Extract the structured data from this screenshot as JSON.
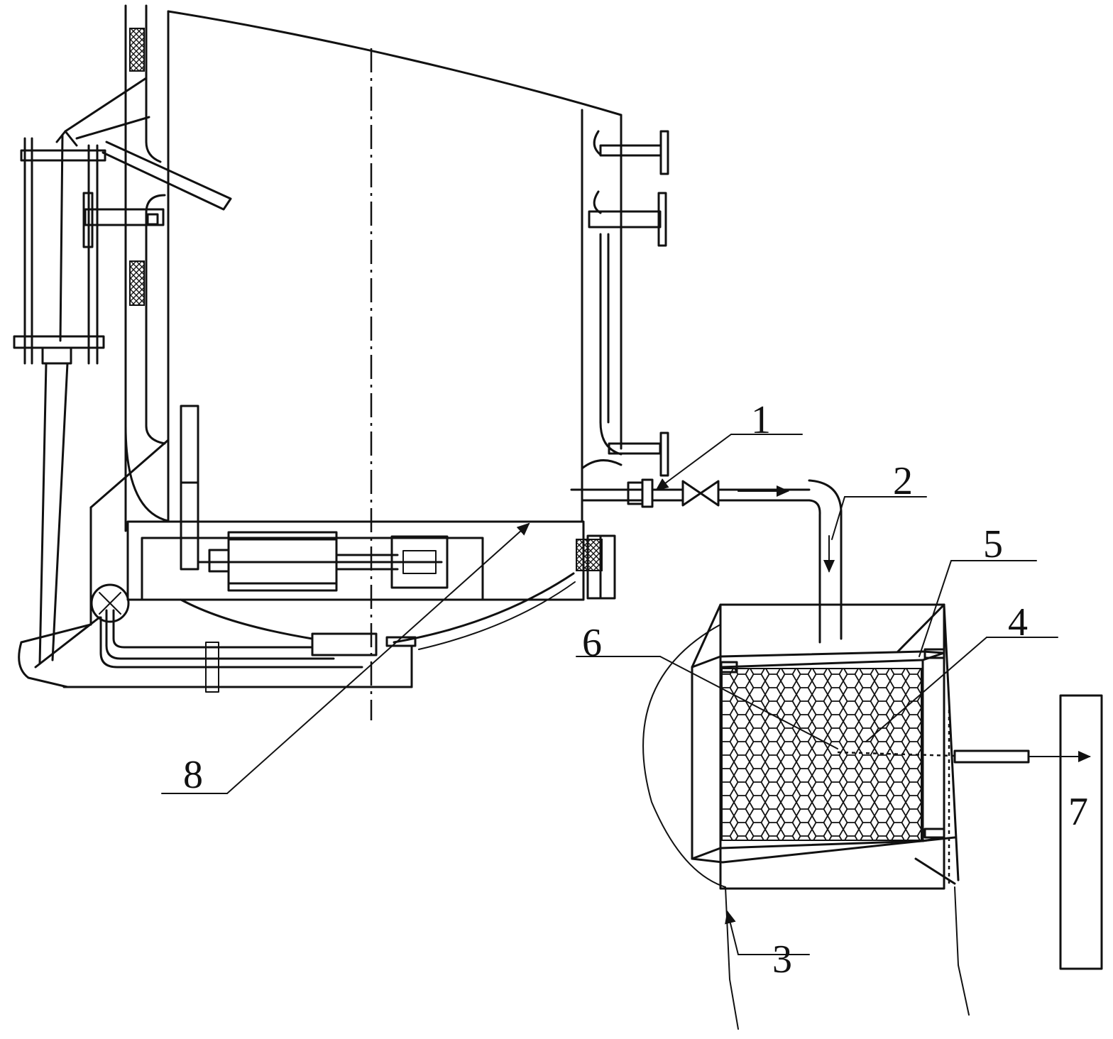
{
  "callouts": [
    {
      "id": "1",
      "text": "1"
    },
    {
      "id": "2",
      "text": "2"
    },
    {
      "id": "3",
      "text": "3"
    },
    {
      "id": "4",
      "text": "4"
    },
    {
      "id": "5",
      "text": "5"
    },
    {
      "id": "6",
      "text": "6"
    },
    {
      "id": "7",
      "text": "7"
    },
    {
      "id": "8",
      "text": "8"
    }
  ],
  "components": {
    "furnace": "furnace-vessel",
    "outlet_pipe": "outlet-pipe-with-valve",
    "filter_box": "hexagonal-packing-filter-box",
    "unit_7": "downstream-unit"
  },
  "icon_names": [
    "flow-arrow-icon",
    "valve-icon",
    "flange-icon",
    "hydraulic-cylinder-icon"
  ]
}
